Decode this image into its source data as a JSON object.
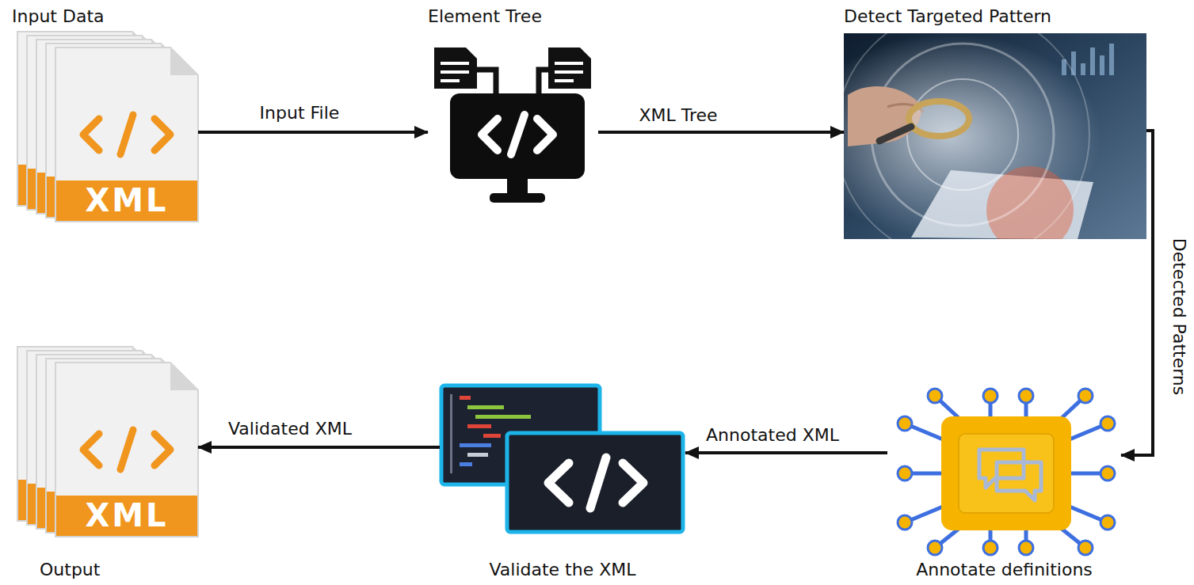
{
  "diagram": {
    "nodes": [
      {
        "text": [
          "Input Data"
        ]
      },
      {
        "text": [
          "Element Tree"
        ]
      },
      {
        "text": [
          "Detect Targeted Pattern"
        ]
      },
      {
        "text": [
          "Annotate definitions"
        ]
      },
      {
        "text": [
          "Validate the XML"
        ]
      },
      {
        "text": [
          "Output"
        ]
      }
    ],
    "edges": [
      {
        "from": 0,
        "to": 1,
        "arrow": "to",
        "label": "Input File"
      },
      {
        "from": 1,
        "to": 2,
        "arrow": "to",
        "label": "XML Tree"
      },
      {
        "from": 2,
        "to": 3,
        "arrow": "to",
        "label": "Detected Patterns"
      },
      {
        "from": 3,
        "to": 4,
        "arrow": "to",
        "label": "Annotated XML"
      },
      {
        "from": 4,
        "to": 5,
        "arrow": "to",
        "label": "Validated XML"
      }
    ],
    "labels": [
      "XML",
      "XML"
    ]
  }
}
